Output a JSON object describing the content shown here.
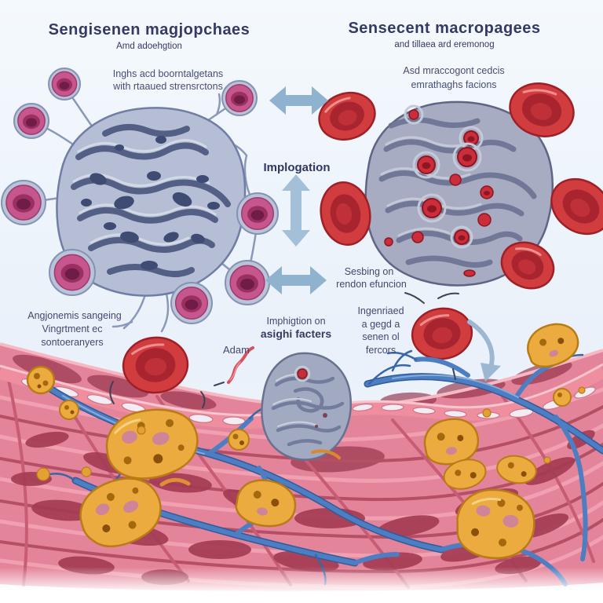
{
  "illustration": {
    "description": "Medical illustration of senescent macrophages above a blood-vessel tissue layer",
    "left_panel": {
      "title": "Sengisenen magjopchaes",
      "subtitle": "Amd adoehgtion",
      "caption_line1": "Inghs acd boorntalgetans",
      "caption_line2": "with rtaaued strensrctons"
    },
    "right_panel": {
      "title": "Sensecent macropagees",
      "subtitle": "and tillaea ard eremonog",
      "caption_line1": "Asd mraccogont cedcis",
      "caption_line2": "emrathaghs facions"
    },
    "center_labels": {
      "exchange": "Implogation",
      "sesting_line1": "Sesbing on",
      "sesting_line2": "rendon efuncion",
      "ingen_line1": "Ingenriaed",
      "ingen_line2": "a gegd a",
      "ingen_line3": "senen ol",
      "ingen_line4": "fercors"
    },
    "tissue_labels": {
      "angio_line1": "Angjonemis sangeing",
      "angio_line2": "Vingrtment ec",
      "angio_line3": "sontoeranyers",
      "imph_line1": "Imphigtion on",
      "imph_line2": "asighi facters",
      "adam": "Adam"
    },
    "palette": {
      "background": "#eef4fa",
      "title_navy": "#333a63",
      "arrow_steel_blue": "#8fb2cf",
      "macrophage_grey": "#b5bed4",
      "macrophage_fold_dark": "#46537a",
      "senescent_grey": "#a7acc2",
      "pink_cell": "#c6578e",
      "red_blood_cell": "#d13c3f",
      "tissue_pink": "#e4849a",
      "tissue_dark": "#a23b53",
      "vessel_blue": "#4d7ec2",
      "foam_yellow": "#ecab3f"
    }
  }
}
